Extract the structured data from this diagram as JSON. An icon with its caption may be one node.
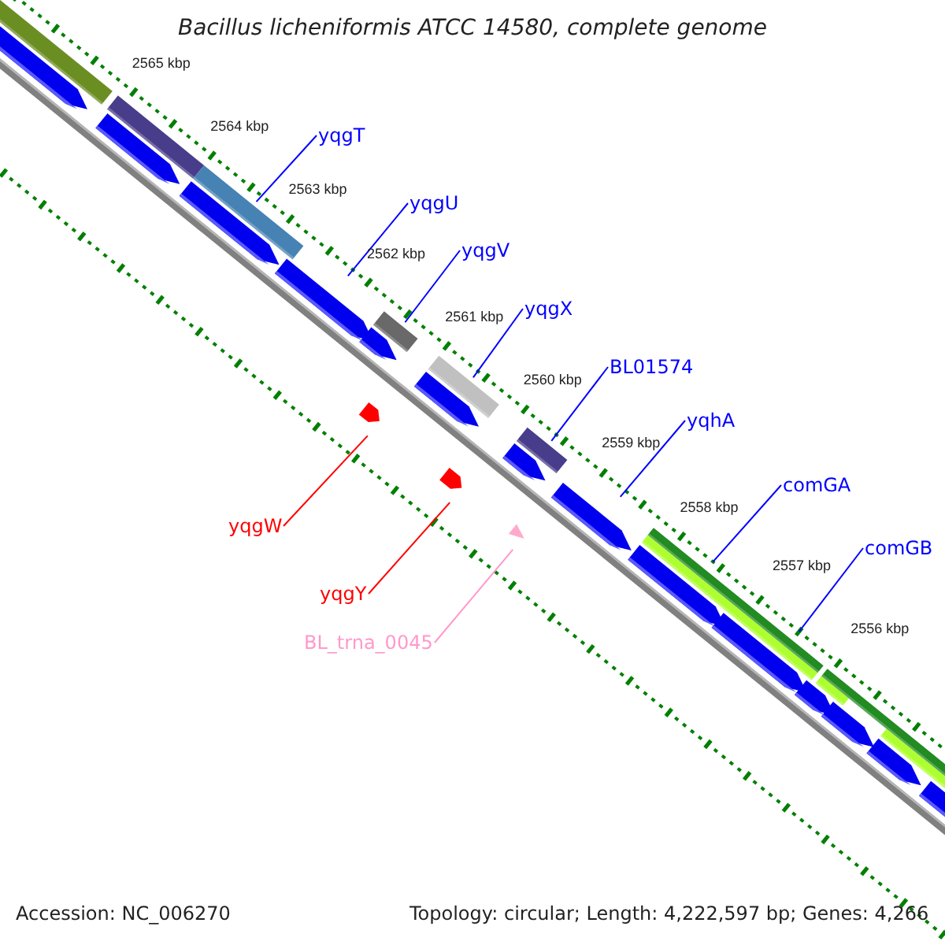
{
  "diagram": {
    "title": "Bacillus licheniformis ATCC 14580, complete genome",
    "nodes": [
      {
        "text": [
          "yqgT"
        ]
      },
      {
        "text": [
          "yqgU"
        ]
      },
      {
        "text": [
          "yqgV"
        ]
      },
      {
        "text": [
          "yqgX"
        ]
      },
      {
        "text": [
          "BL01574"
        ]
      },
      {
        "text": [
          "yqhA"
        ]
      },
      {
        "text": [
          "comGA"
        ]
      },
      {
        "text": [
          "comGB"
        ]
      },
      {
        "text": [
          "yqgW"
        ]
      },
      {
        "text": [
          "yqgY"
        ]
      },
      {
        "text": [
          "BL_trna_0045"
        ]
      }
    ],
    "edges": [
      {
        "from": 0,
        "to": null,
        "arrow": "none"
      },
      {
        "from": 1,
        "to": null,
        "arrow": "none"
      },
      {
        "from": 2,
        "to": null,
        "arrow": "none"
      },
      {
        "from": 3,
        "to": null,
        "arrow": "none"
      },
      {
        "from": 4,
        "to": null,
        "arrow": "none"
      },
      {
        "from": 5,
        "to": null,
        "arrow": "none"
      },
      {
        "from": 6,
        "to": null,
        "arrow": "none"
      },
      {
        "from": 7,
        "to": null,
        "arrow": "none"
      },
      {
        "from": 8,
        "to": null,
        "arrow": "none",
        "color": "#ff0000"
      },
      {
        "from": 9,
        "to": null,
        "arrow": "none",
        "color": "#ff0000"
      },
      {
        "from": 10,
        "to": null,
        "arrow": "none",
        "color": "#ff99cc"
      }
    ],
    "labels": [
      "2565 kbp",
      "2564 kbp",
      "2563 kbp",
      "2562 kbp",
      "2561 kbp",
      "2560 kbp",
      "2559 kbp",
      "2558 kbp",
      "2557 kbp",
      "2556 kbp",
      "Accession: NC_006270",
      "Topology: circular; Length: 4,222,597 bp; Genes: 4,266"
    ]
  }
}
